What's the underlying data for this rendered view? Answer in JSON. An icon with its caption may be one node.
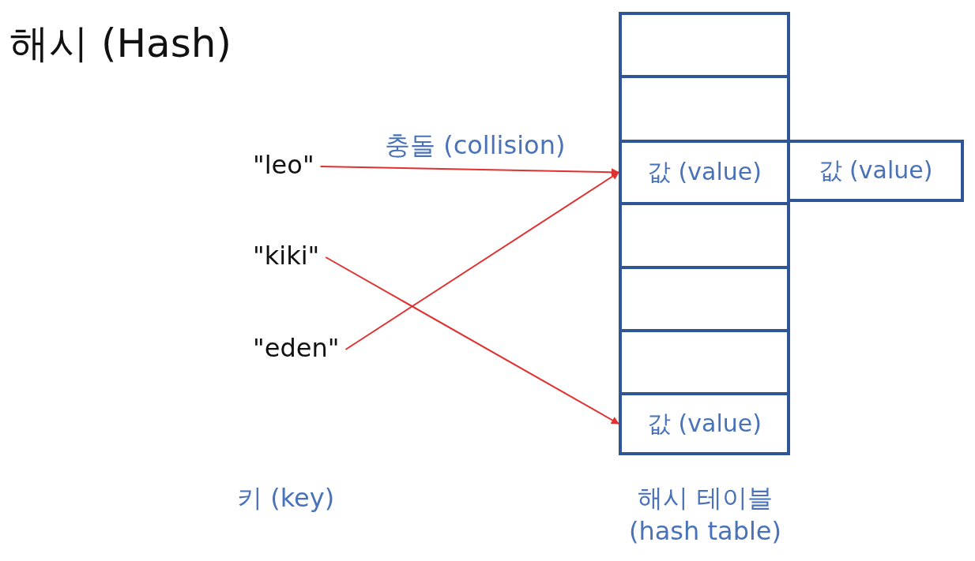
{
  "diagram": {
    "title": "해시 (Hash)",
    "nodes": [
      {
        "text": [
          "\"leo\""
        ]
      },
      {
        "text": [
          "\"kiki\""
        ]
      },
      {
        "text": [
          "\"eden\""
        ]
      },
      {
        "text": [],
        "shape": "box"
      },
      {
        "text": [],
        "shape": "box"
      },
      {
        "text": [
          "값 (value)"
        ]
      },
      {
        "text": [],
        "shape": "box"
      },
      {
        "text": [],
        "shape": "box"
      },
      {
        "text": [],
        "shape": "box"
      },
      {
        "text": [
          "값 (value)"
        ]
      },
      {
        "text": [
          "값 (value)"
        ]
      }
    ],
    "edges": [
      {
        "from": 0,
        "to": 5,
        "arrow": "to"
      },
      {
        "from": 1,
        "to": 9,
        "arrow": "to"
      },
      {
        "from": 2,
        "to": 5,
        "arrow": "to"
      }
    ],
    "labels": [
      "충돌 (collision)",
      "키 (key)",
      "해시 테이블 (hash table)"
    ]
  }
}
